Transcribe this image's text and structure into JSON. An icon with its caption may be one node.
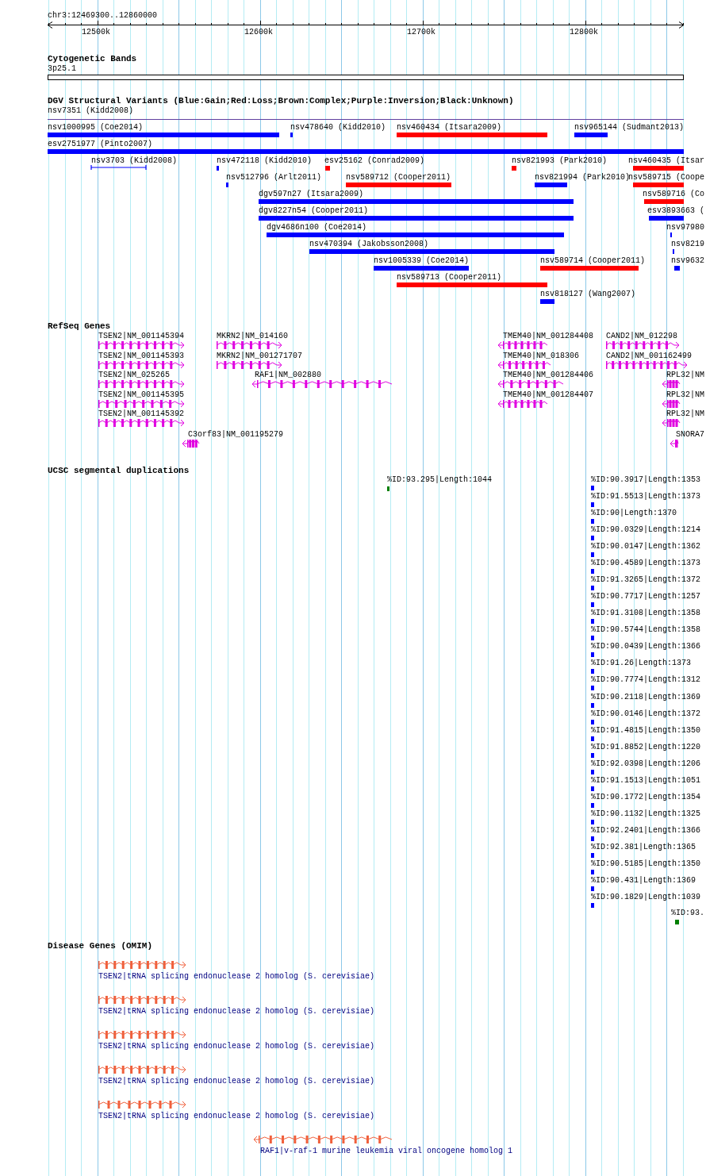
{
  "diagram": {
    "labels": [
      "chr3:12469300..12860000",
      "12500k",
      "12600k",
      "12700k",
      "12800k",
      "Cytogenetic Bands",
      "3p25.1",
      "DGV Structural Variants (Blue:Gain;Red:Loss;Brown:Complex;Purple:Inversion;Black:Unknown)",
      "nsv7351 (Kidd2008)",
      "nsv1000995 (Coe2014)",
      "nsv478640 (Kidd2010)",
      "nsv460434 (Itsara2009)",
      "nsv965144 (Sudmant2013)",
      "esv2751977 (Pinto2007)",
      "nsv3703 (Kidd2008)",
      "nsv472118 (Kidd2010)",
      "esv25162 (Conrad2009)",
      "nsv821993 (Park2010)",
      "nsv460435 (Itsar",
      "nsv512796 (Arlt2011)",
      "nsv589712 (Cooper2011)",
      "nsv821994 (Park2010)",
      "nsv589715 (Coope",
      "dgv597n27 (Itsara2009)",
      "nsv589716 (Co",
      "dgv8227n54 (Cooper2011)",
      "esv3893663 (",
      "dgv4686n100 (Coe2014)",
      "nsv97980",
      "nsv470394 (Jakobsson2008)",
      "nsv8219",
      "nsv1005339 (Coe2014)",
      "nsv589714 (Cooper2011)",
      "nsv9632",
      "nsv589713 (Cooper2011)",
      "nsv818127 (Wang2007)",
      "RefSeq Genes",
      "TSEN2|NM_001145394",
      "MKRN2|NM_014160",
      "TMEM40|NM_001284408",
      "CAND2|NM_012298",
      "TSEN2|NM_001145393",
      "MKRN2|NM_001271707",
      "TMEM40|NM_018306",
      "CAND2|NM_001162499",
      "TSEN2|NM_025265",
      "RAF1|NM_002880",
      "TMEM40|NM_001284406",
      "RPL32|NM",
      "TSEN2|NM_001145395",
      "TMEM40|NM_001284407",
      "RPL32|NM",
      "TSEN2|NM_001145392",
      "RPL32|NM",
      "C3orf83|NM_001195279",
      "SNORA7",
      "UCSC segmental duplications",
      "%ID:93.295|Length:1044",
      "%ID:90.3917|Length:1353",
      "%ID:91.5513|Length:1373",
      "%ID:90|Length:1370",
      "%ID:90.0329|Length:1214",
      "%ID:90.0147|Length:1362",
      "%ID:90.4589|Length:1373",
      "%ID:91.3265|Length:1372",
      "%ID:90.7717|Length:1257",
      "%ID:91.3108|Length:1358",
      "%ID:90.5744|Length:1358",
      "%ID:90.0439|Length:1366",
      "%ID:91.26|Length:1373",
      "%ID:90.7774|Length:1312",
      "%ID:90.2118|Length:1369",
      "%ID:90.0146|Length:1372",
      "%ID:91.4815|Length:1350",
      "%ID:91.8852|Length:1220",
      "%ID:92.0398|Length:1206",
      "%ID:91.1513|Length:1051",
      "%ID:90.1772|Length:1354",
      "%ID:90.1132|Length:1325",
      "%ID:92.2401|Length:1366",
      "%ID:92.381|Length:1365",
      "%ID:90.5185|Length:1350",
      "%ID:90.431|Length:1369",
      "%ID:90.1829|Length:1039",
      "%ID:93.",
      "Disease Genes (OMIM)",
      "TSEN2|tRNA splicing endonuclease 2 homolog (S. cerevisiae)",
      "TSEN2|tRNA splicing endonuclease 2 homolog (S. cerevisiae)",
      "TSEN2|tRNA splicing endonuclease 2 homolog (S. cerevisiae)",
      "TSEN2|tRNA splicing endonuclease 2 homolog (S. cerevisiae)",
      "TSEN2|tRNA splicing endonuclease 2 homolog (S. cerevisiae)",
      "RAF1|v-raf-1 murine leukemia viral oncogene homolog 1"
    ]
  }
}
